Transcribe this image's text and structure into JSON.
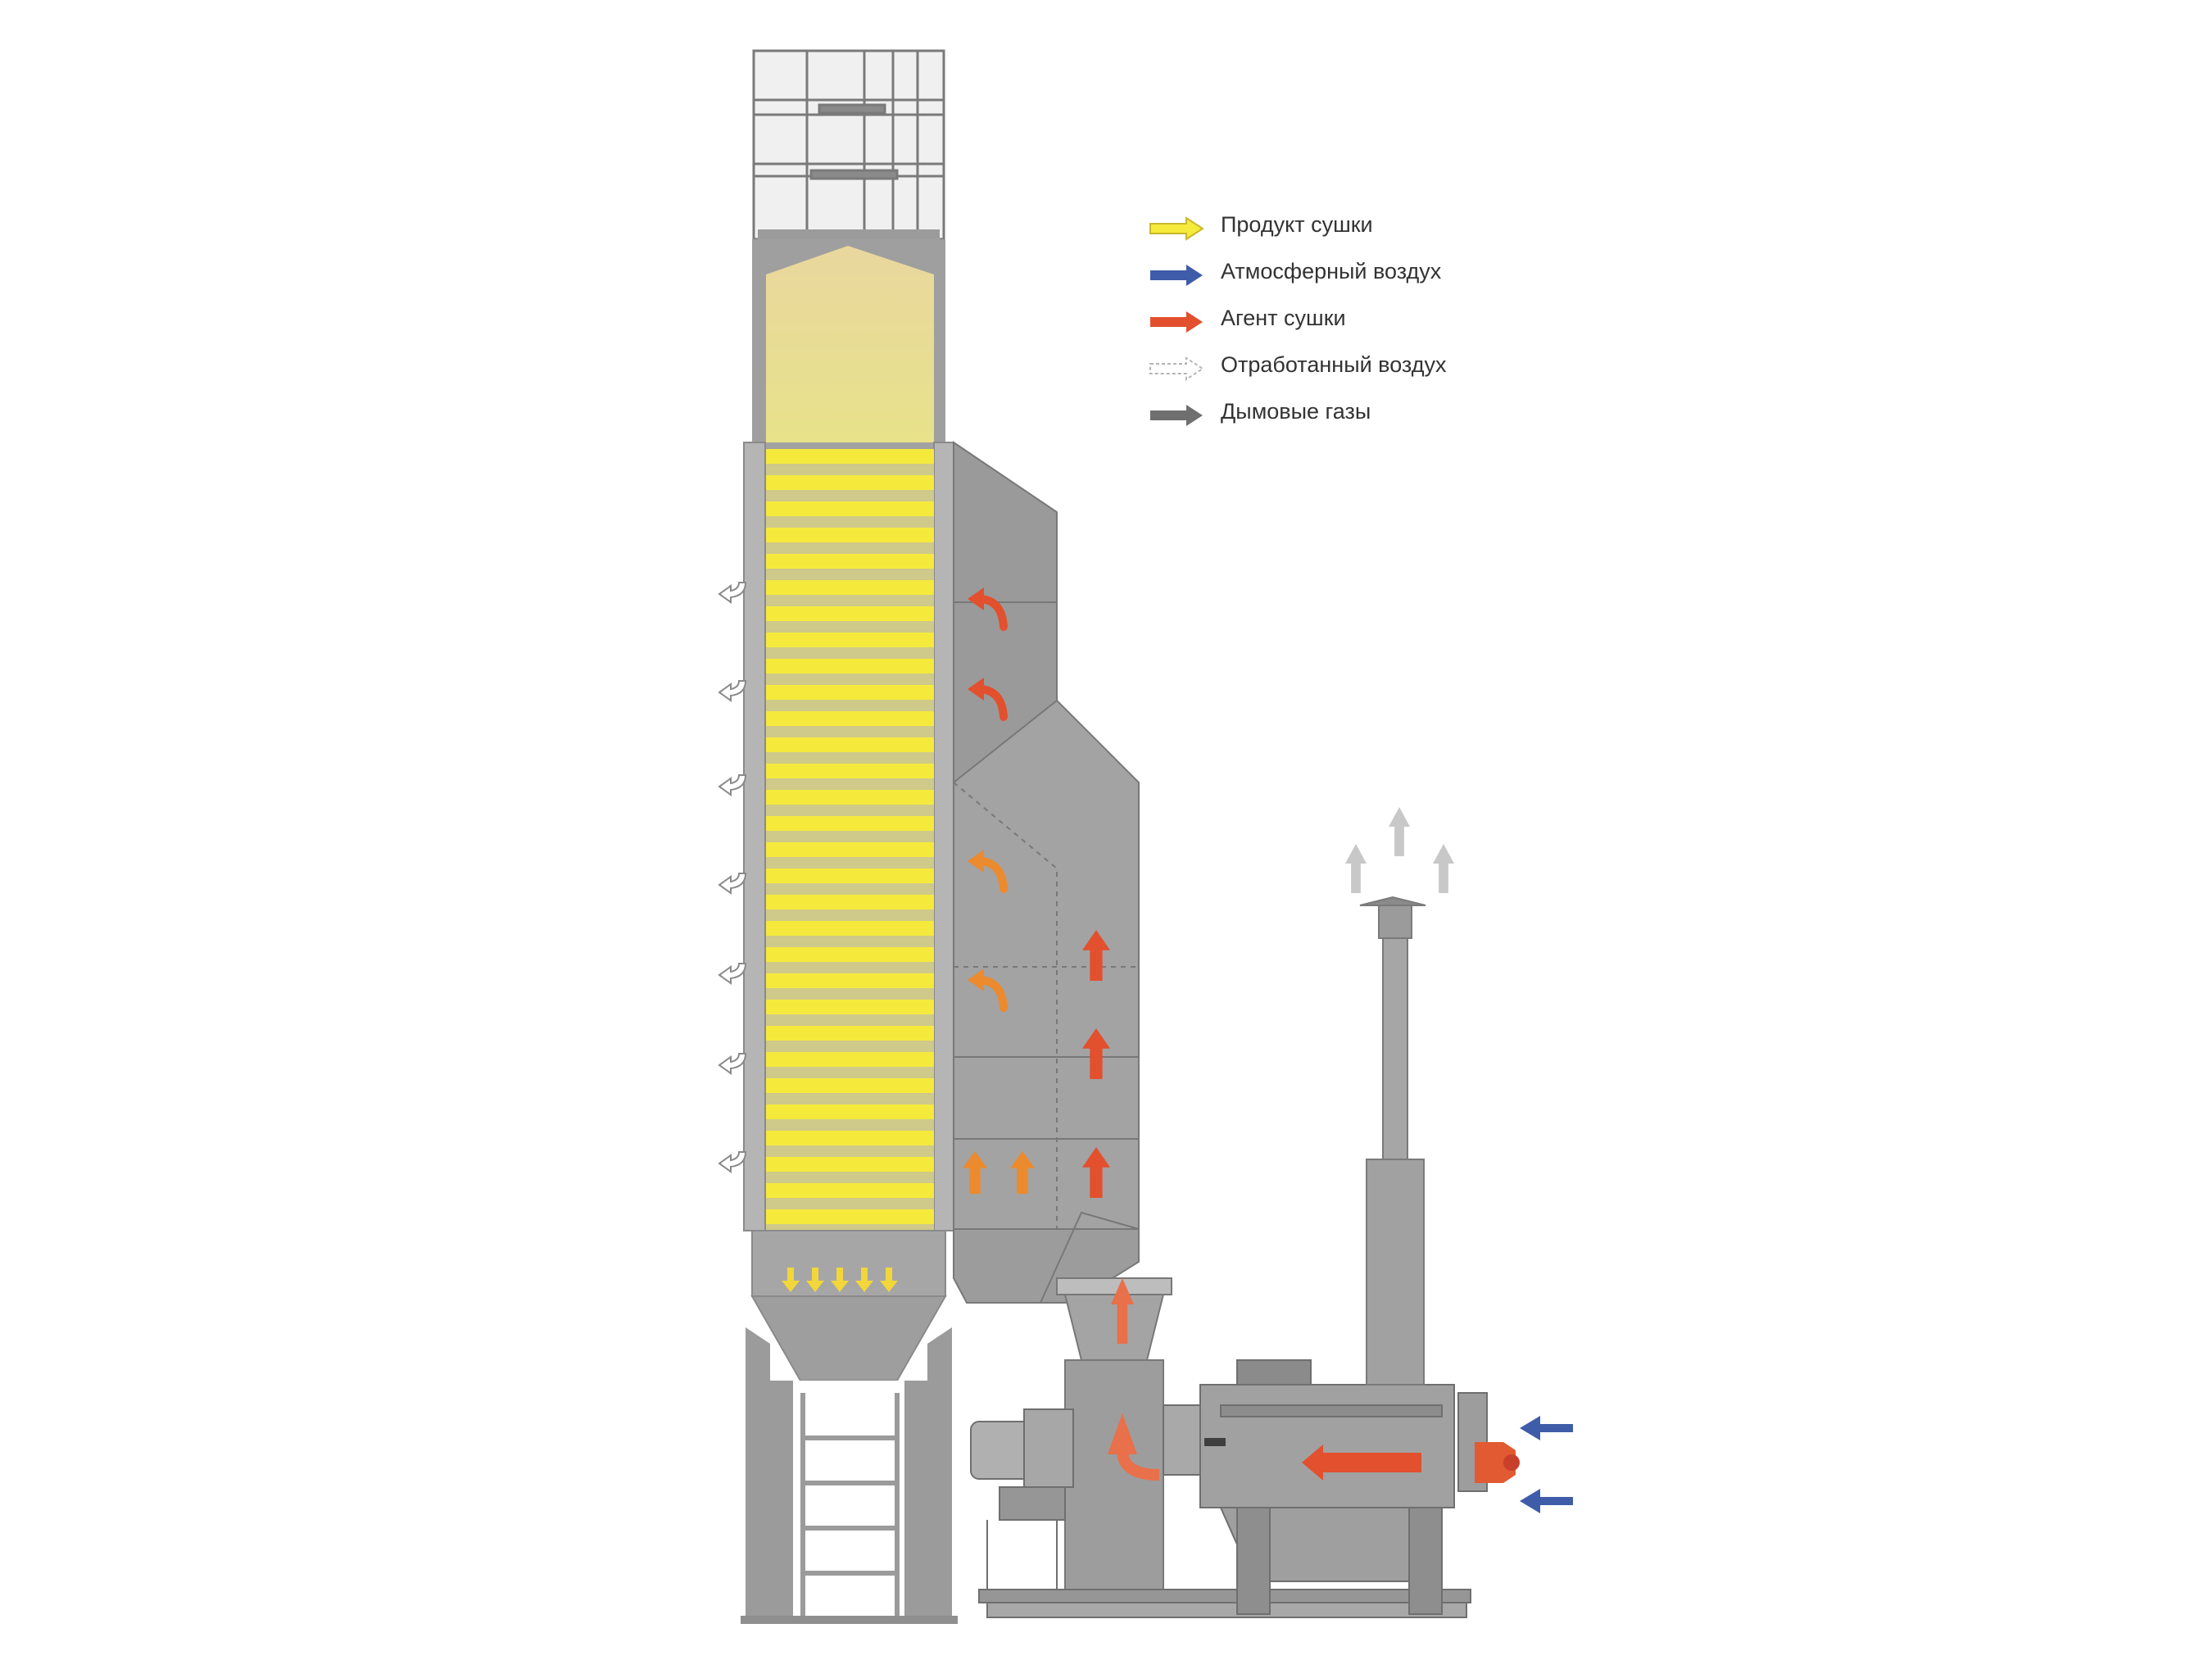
{
  "legend": {
    "items": [
      {
        "key": "product",
        "label": "Продукт сушки",
        "color": "#f6ea3c",
        "icon": "yellow-arrow-icon"
      },
      {
        "key": "ambient",
        "label": "Атмосферный воздух",
        "color": "#3f5ca8",
        "icon": "blue-arrow-icon"
      },
      {
        "key": "agent",
        "label": "Агент сушки",
        "color": "#e2502e",
        "icon": "red-arrow-icon"
      },
      {
        "key": "exhaust",
        "label": "Отработанный воздух",
        "color": "#d6d6d6",
        "icon": "hollow-arrow-icon"
      },
      {
        "key": "flue",
        "label": "Дымовые газы",
        "color": "#6f6f6f",
        "icon": "gray-arrow-icon"
      }
    ]
  },
  "colors": {
    "machine": "#9b9b9b",
    "machine_dark": "#6c6c6c",
    "machine_light": "#bdbdbd",
    "grain_top": "#e8dd92",
    "grain_band": "#f5ea3c",
    "grain_gap": "#cfc98a",
    "agent_orange": "#ec8a2e"
  }
}
